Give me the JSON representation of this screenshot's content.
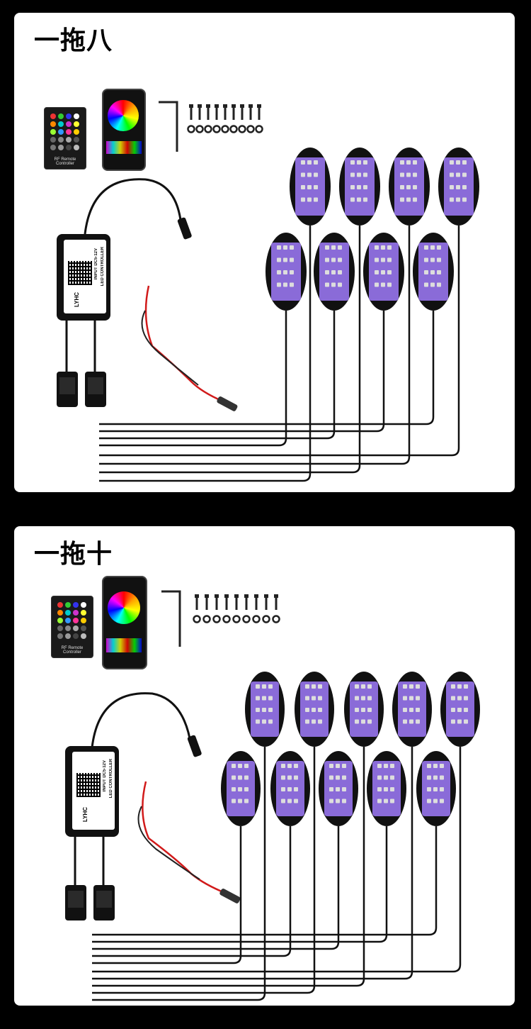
{
  "panels": [
    {
      "title": "一拖八",
      "remote_label": "RF Remote Controller",
      "controller_title": "LED CONTROLLER",
      "controller_brand": "LYHC",
      "controller_info": "INPUT DC5-12V"
    },
    {
      "title": "一拖十",
      "remote_label": "RF Remote Controller",
      "controller_title": "LED CONTROLLER",
      "controller_brand": "LYHC",
      "controller_info": "INPUT DC5-12V"
    }
  ],
  "colors": {
    "background": "#000000",
    "panel": "#ffffff",
    "led_purple": "#8a6bd8",
    "wire_red": "#d11a1a"
  }
}
